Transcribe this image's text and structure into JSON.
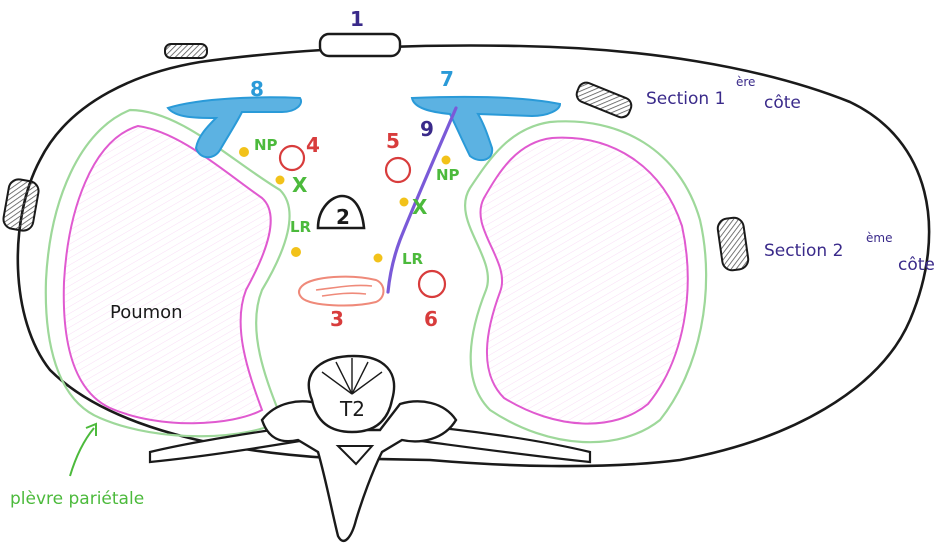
{
  "labels": {
    "n1": "1",
    "n2": "2",
    "n3": "3",
    "n4": "4",
    "n5": "5",
    "n6": "6",
    "n7": "7",
    "n8": "8",
    "n9": "9",
    "np_left": "NP",
    "np_right": "NP",
    "x_left": "X",
    "x_right": "X",
    "lr_left": "LR",
    "lr_right": "LR",
    "poumon": "Poumon",
    "vertebra": "T2",
    "section_1_main": "Section 1",
    "section_1_sup": "ère",
    "section_1_cote": "côte",
    "section_2_main": "Section 2",
    "section_2_sup": "ème",
    "section_2_cote": "côte",
    "plevre": "plèvre pariétale"
  },
  "colors": {
    "outline": "#1a1a1a",
    "navy": "#3a2a8a",
    "blue": "#2a9ad8",
    "blue_fill": "#5cb2e2",
    "red": "#d83c3c",
    "pink": "#e05ad0",
    "green": "#4cba3c",
    "light_green": "#9ed89a",
    "yellow": "#f2c21a",
    "purple": "#7a5ad8",
    "salmon": "#ef8a7a",
    "grey": "#8a8a8a"
  }
}
